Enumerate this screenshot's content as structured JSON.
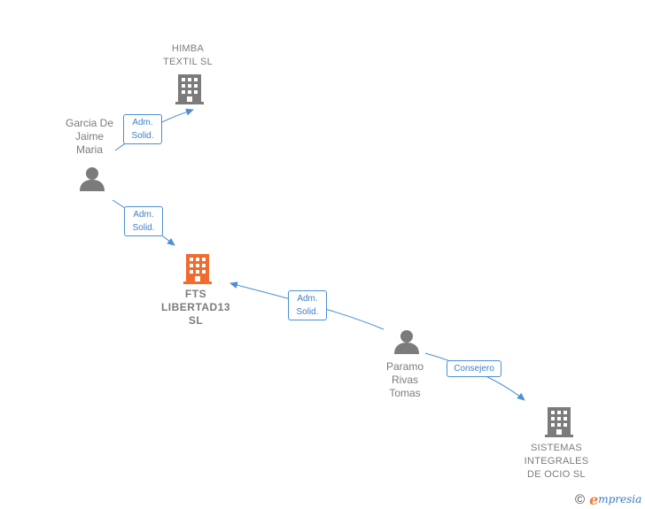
{
  "nodes": {
    "himba": {
      "label": "HIMBA\nTEXTIL  SL",
      "type": "company"
    },
    "garcia": {
      "label": "Garcia De\nJaime\nMaria",
      "type": "person"
    },
    "fts": {
      "label": "FTS\nLIBERTAD13\nSL",
      "type": "company-focus"
    },
    "paramo": {
      "label": "Paramo\nRivas\nTomas",
      "type": "person"
    },
    "sistemas": {
      "label": "SISTEMAS\nINTEGRALES\nDE OCIO SL",
      "type": "company"
    }
  },
  "edges": {
    "garcia_himba": {
      "label": "Adm.\nSolid."
    },
    "garcia_fts": {
      "label": "Adm.\nSolid."
    },
    "paramo_fts": {
      "label": "Adm.\nSolid."
    },
    "paramo_sistemas": {
      "label": "Consejero"
    }
  },
  "colors": {
    "edge": "#4a8fd4",
    "company": "#7b7b7b",
    "focus": "#f26a2e",
    "person": "#7b7b7b"
  },
  "brand": {
    "copyright": "©",
    "initial": "e",
    "name": "mpresia"
  }
}
